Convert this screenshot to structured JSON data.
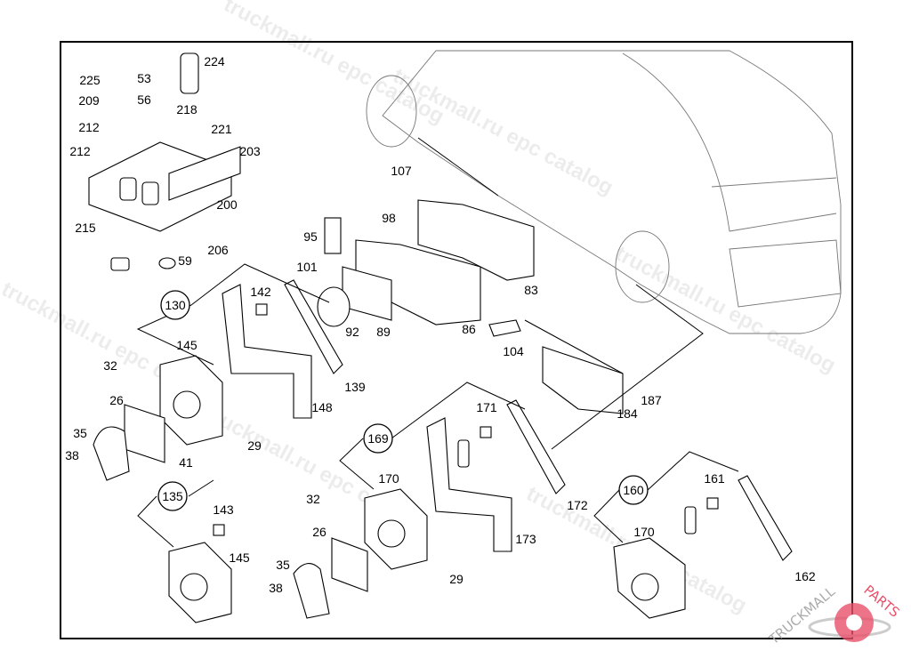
{
  "diagram": {
    "callouts": [
      "224",
      "225",
      "53",
      "209",
      "56",
      "218",
      "212",
      "221",
      "212",
      "203",
      "200",
      "215",
      "206",
      "59",
      "107",
      "98",
      "95",
      "101",
      "142",
      "83",
      "92",
      "89",
      "86",
      "145",
      "104",
      "32",
      "139",
      "187",
      "26",
      "148",
      "171",
      "184",
      "35",
      "29",
      "41",
      "38",
      "170",
      "161",
      "32",
      "143",
      "172",
      "170",
      "26",
      "173",
      "145",
      "35",
      "29",
      "162",
      "38"
    ],
    "circled_callouts": [
      "130",
      "169",
      "160",
      "135"
    ],
    "watermark": "truckmall.ru epc catalog",
    "logo": {
      "text": "TRUCKMALLPARTS",
      "color": "#e8506a"
    }
  }
}
